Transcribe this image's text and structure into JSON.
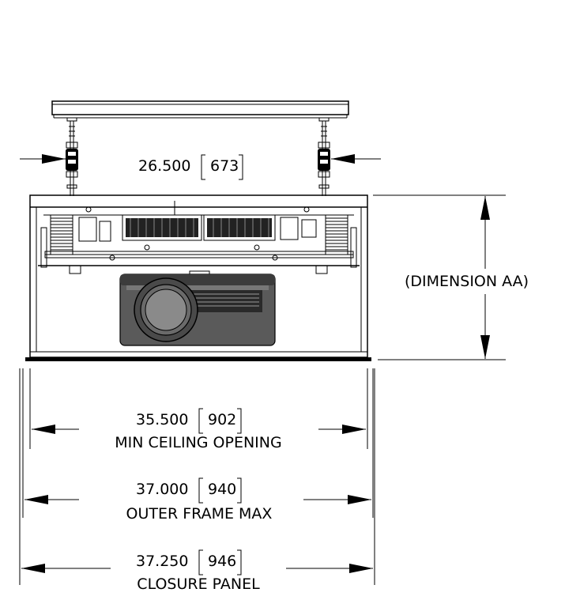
{
  "dimensions": {
    "rod_spacing": {
      "value": "26.500",
      "metric": "673"
    },
    "height": {
      "label": "(DIMENSION AA)"
    },
    "min_ceiling_opening": {
      "value": "35.500",
      "metric": "902",
      "label": "MIN CEILING OPENING"
    },
    "outer_frame_max": {
      "value": "37.000",
      "metric": "940",
      "label": "OUTER FRAME MAX"
    },
    "closure_panel": {
      "value": "37.250",
      "metric": "946",
      "label": "CLOSURE PANEL"
    }
  }
}
